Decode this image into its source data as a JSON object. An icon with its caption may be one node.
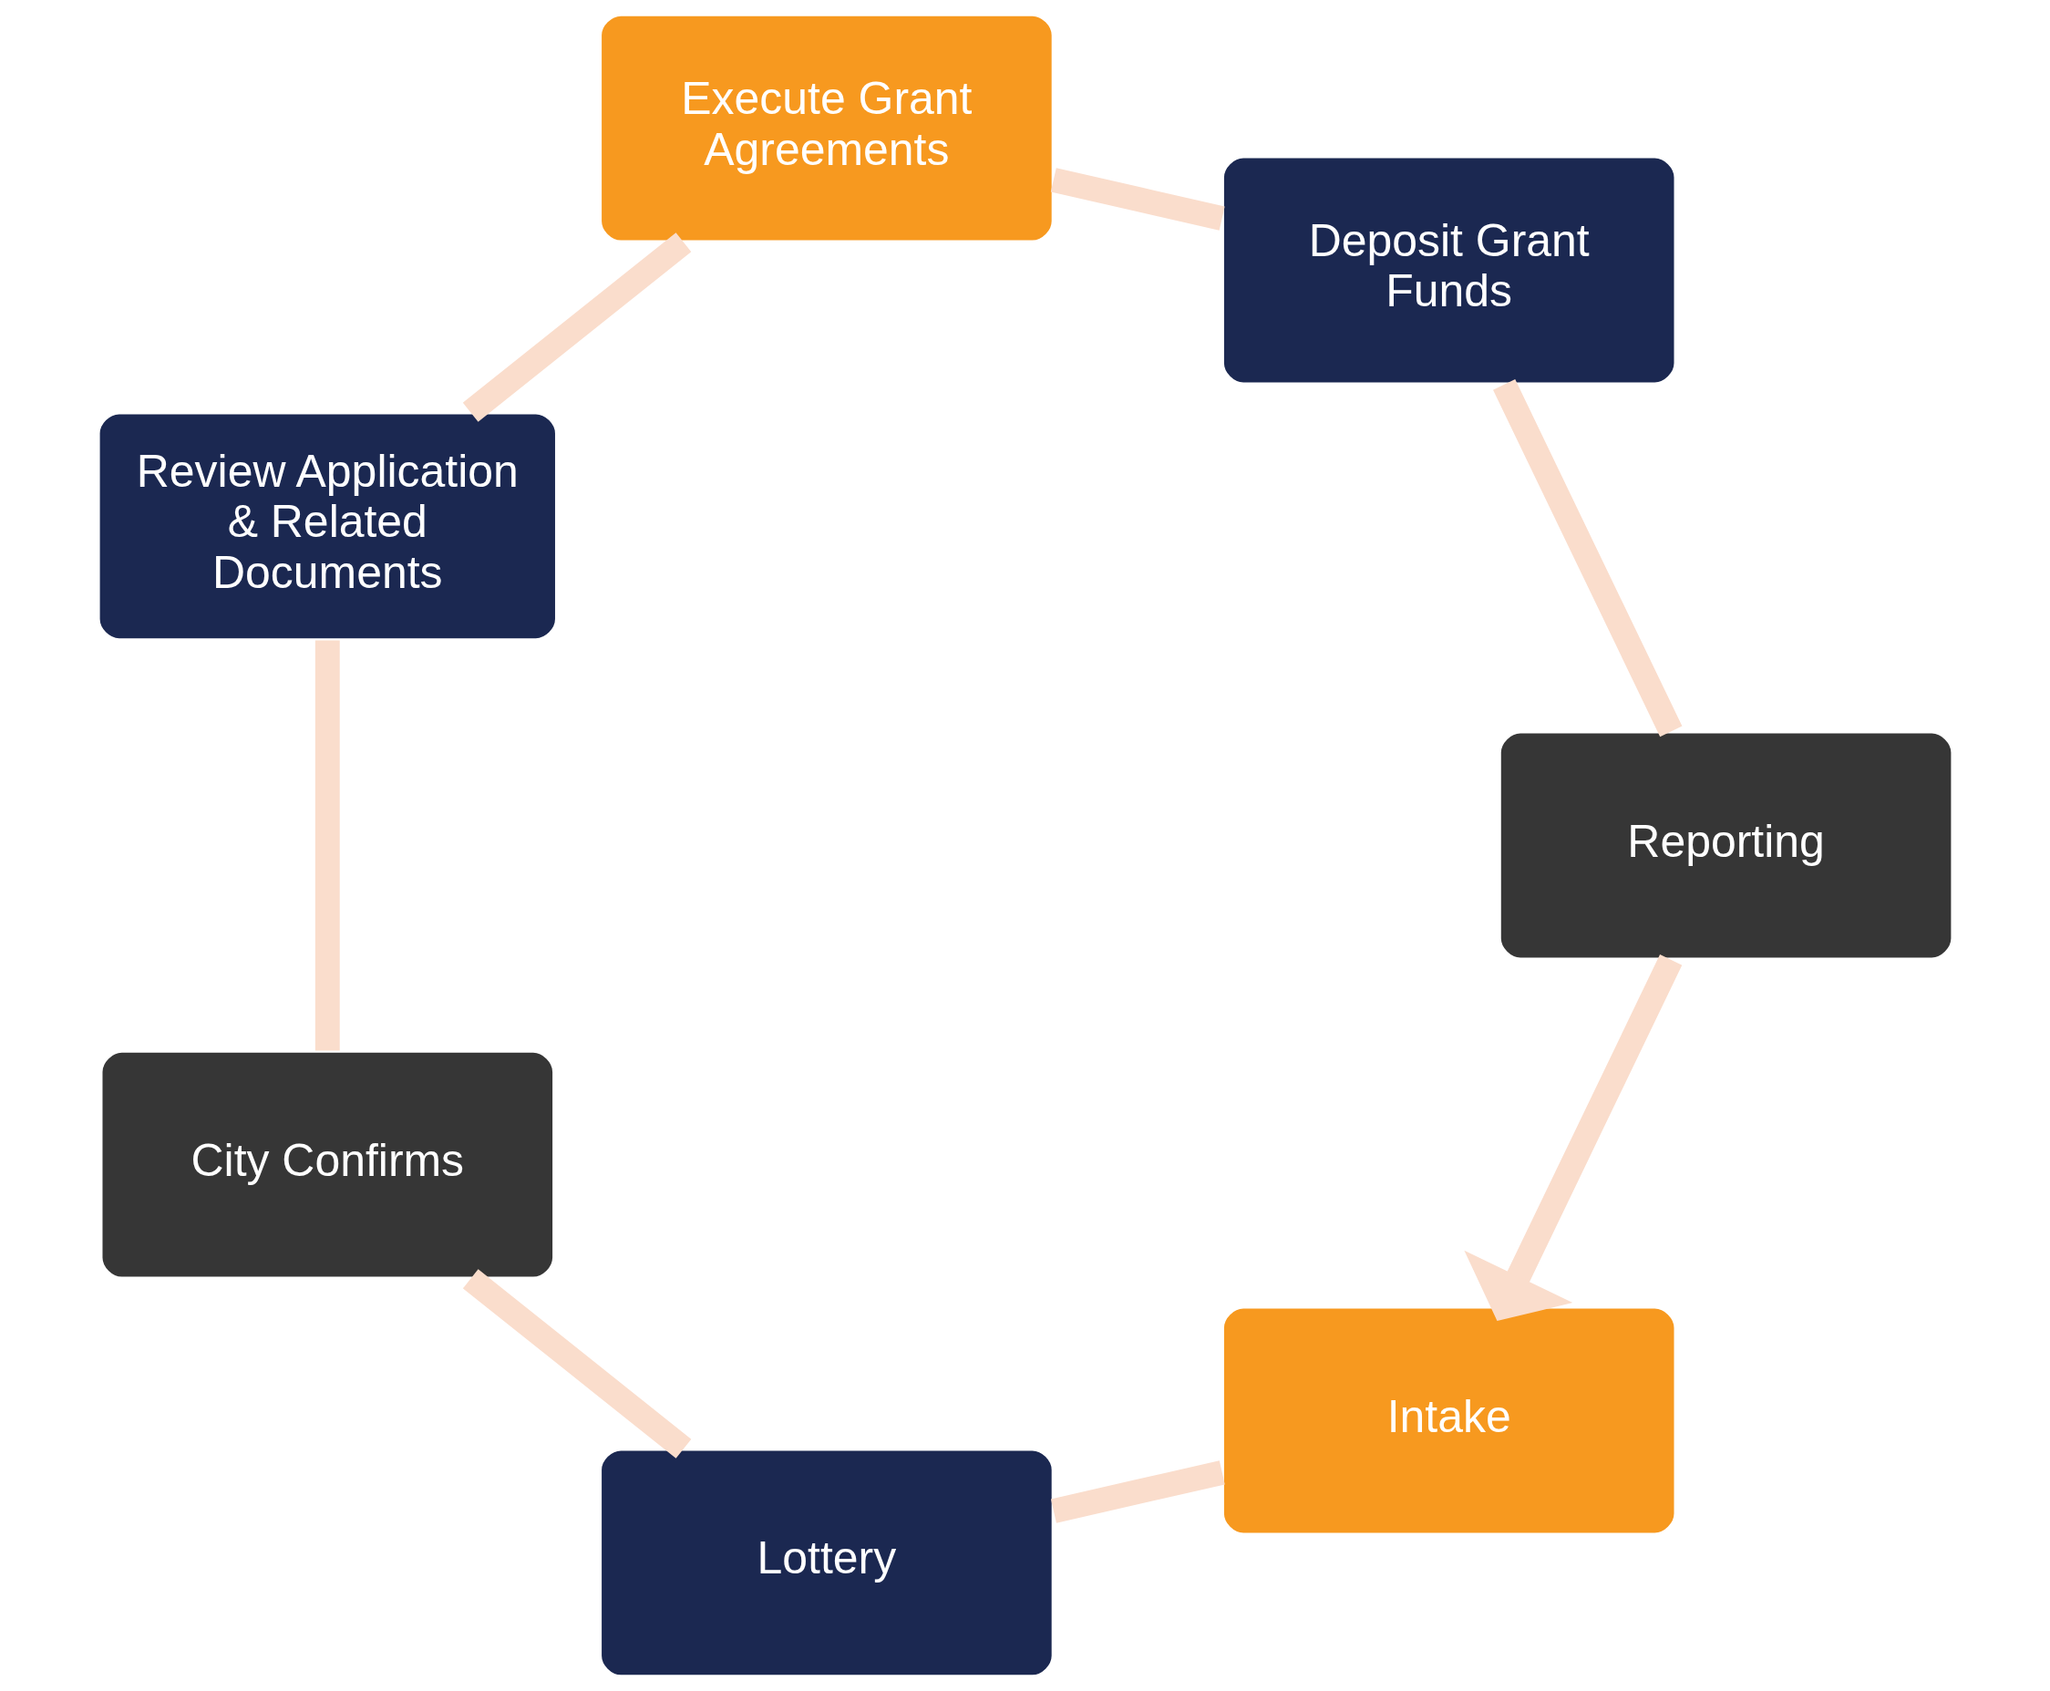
{
  "diagram": {
    "nodes": [
      {
        "text": [
          "Intake"
        ]
      },
      {
        "text": [
          "Lottery"
        ]
      },
      {
        "text": [
          "City Confirms"
        ]
      },
      {
        "text": [
          "Review Application & Related Documents"
        ]
      },
      {
        "text": [
          "Execute Grant Agreements"
        ]
      },
      {
        "text": [
          "Deposit Grant Funds"
        ]
      },
      {
        "text": [
          "Reporting"
        ]
      }
    ],
    "edges": [
      {
        "from": 0,
        "to": 1,
        "arrow": "none"
      },
      {
        "from": 1,
        "to": 2,
        "arrow": "none"
      },
      {
        "from": 2,
        "to": 3,
        "arrow": "none"
      },
      {
        "from": 3,
        "to": 4,
        "arrow": "none"
      },
      {
        "from": 4,
        "to": 5,
        "arrow": "none"
      },
      {
        "from": 5,
        "to": 6,
        "arrow": "none"
      },
      {
        "from": 6,
        "to": 0,
        "arrow": "to"
      }
    ]
  }
}
